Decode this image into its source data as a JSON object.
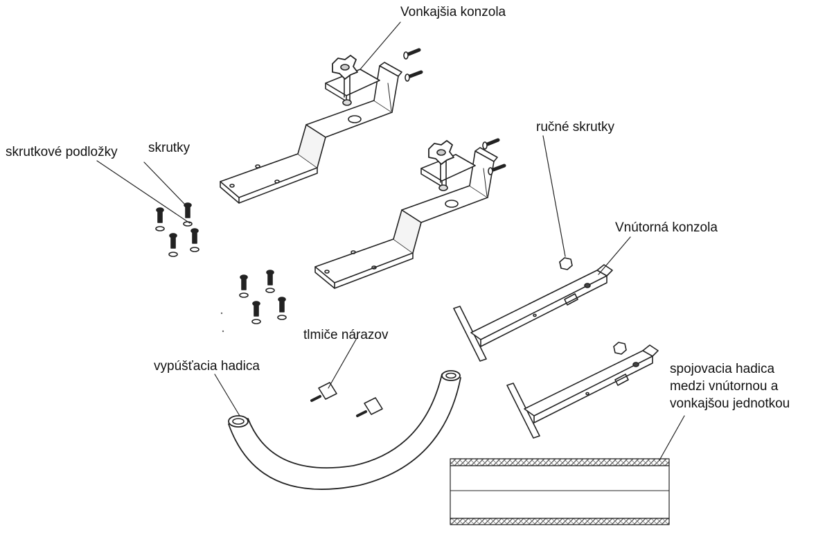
{
  "labels": {
    "outer_bracket": "Vonkajšia konzola",
    "hand_screws": "ručné skrutky",
    "screw_washers": "skrutkové podložky",
    "screws": "skrutky",
    "inner_bracket": "Vnútorná konzola",
    "shock_absorbers": "tlmiče nárazov",
    "drain_hose": "vypúšťacia hadica",
    "connecting_hose": "spojovacia hadica\nmedzi vnútornou a\nvonkajšou jednotkou"
  },
  "colors": {
    "line": "#222222",
    "fill": "#ffffff",
    "hatch": "#555555",
    "shade": "#d8d8d8"
  },
  "icons": {
    "bolt": "bolt-icon",
    "washer": "washer-icon",
    "knob": "star-knob-icon",
    "nut": "hex-nut-icon"
  }
}
